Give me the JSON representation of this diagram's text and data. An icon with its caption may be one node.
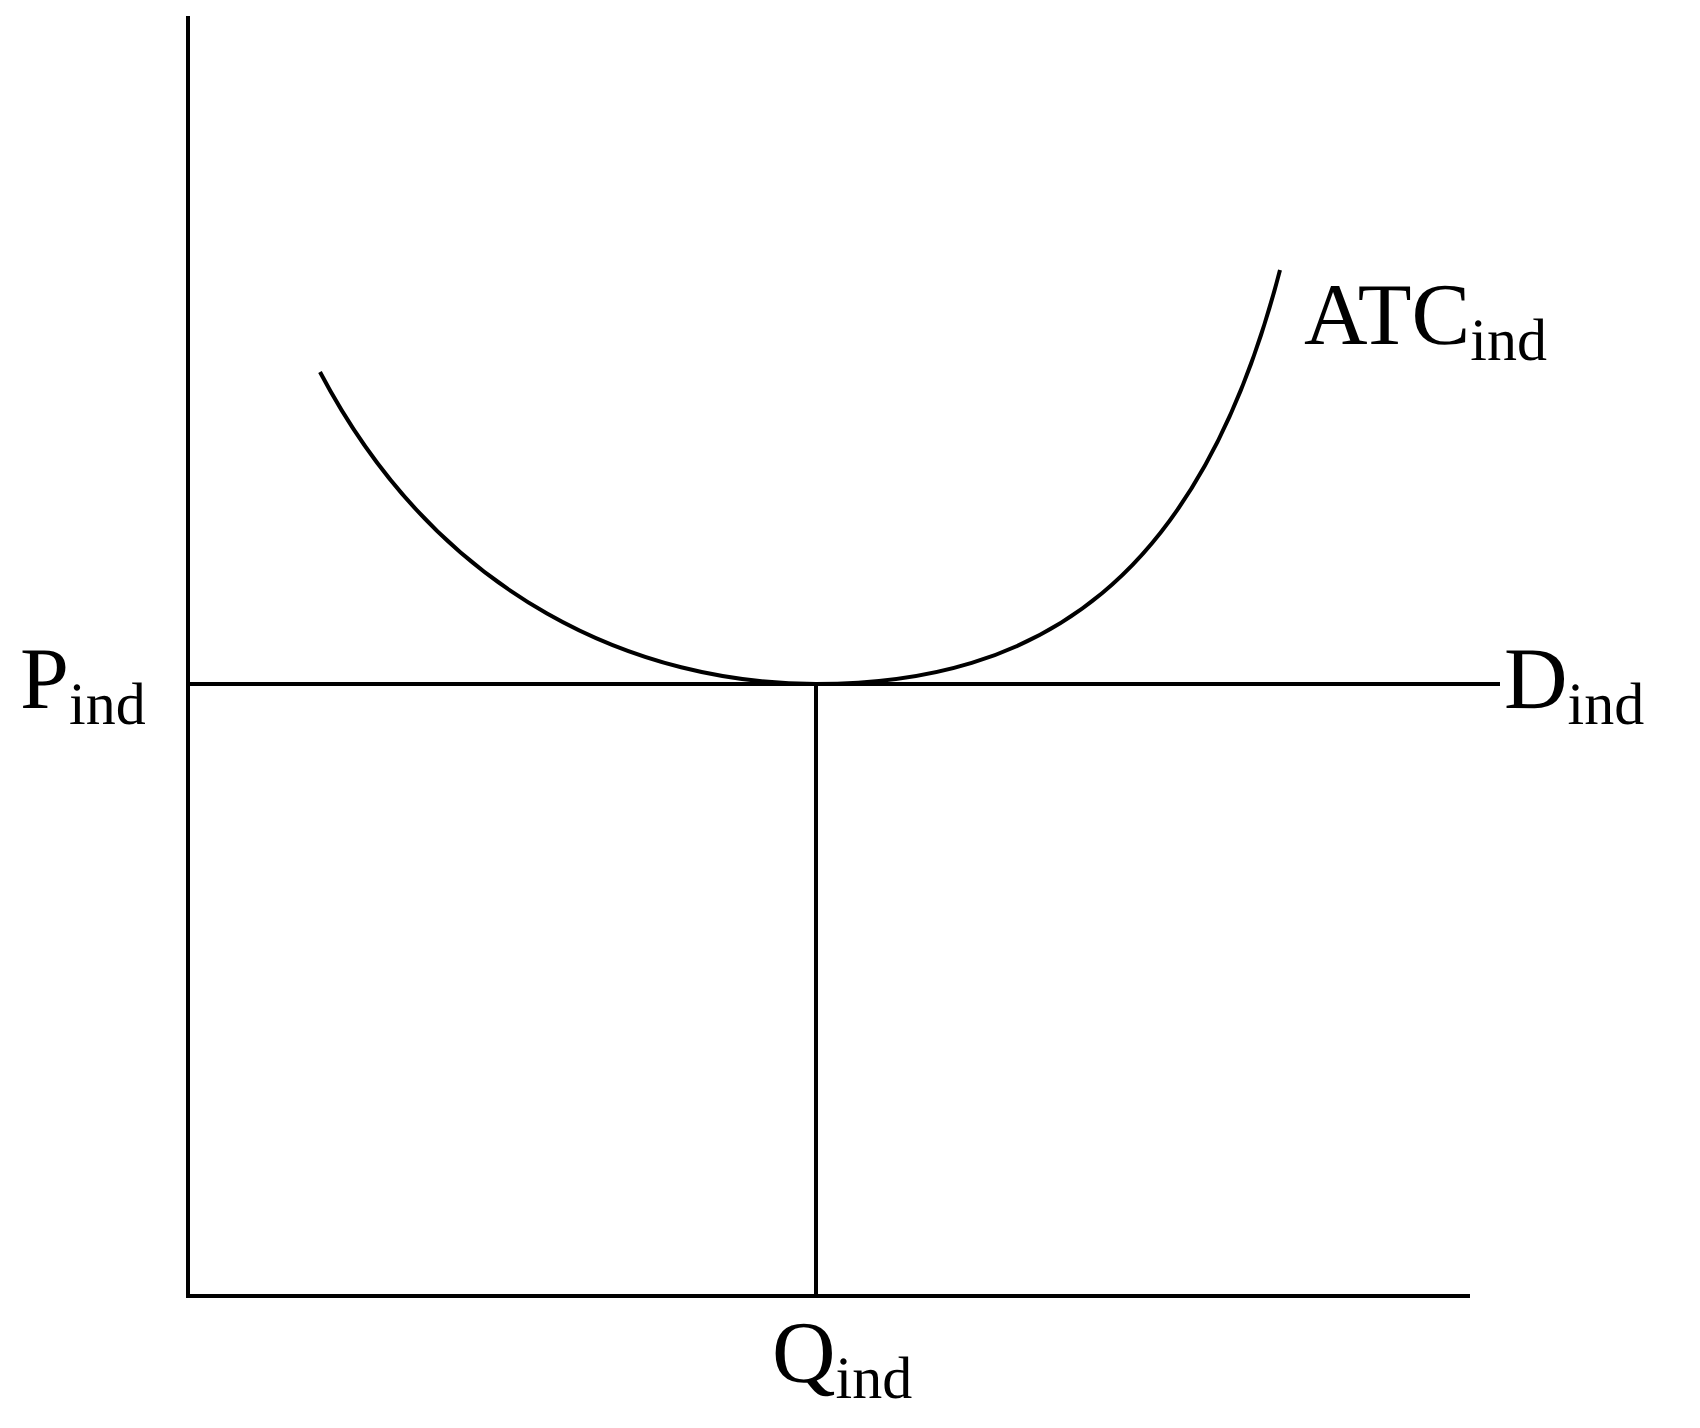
{
  "diagram": {
    "labels": [
      "ATC$_{ind}$",
      "P$_{ind}$",
      "D$_{ind}$",
      "Q$_{ind}$"
    ]
  }
}
